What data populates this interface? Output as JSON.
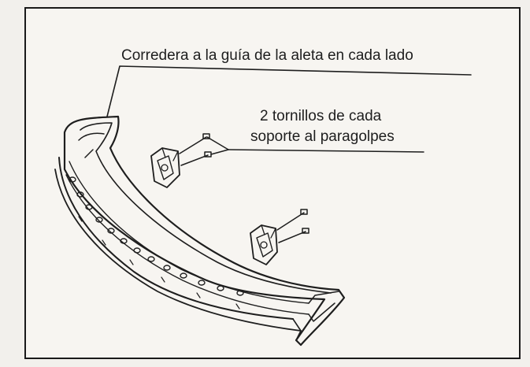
{
  "callouts": {
    "fender_guide_slide": "Corredera a la guía de la aleta en cada lado",
    "bracket_screws_line1": "2 tornillos de cada",
    "bracket_screws_line2": "soporte al paragolpes"
  },
  "colors": {
    "ink": "#1e1e1e",
    "paper": "#f7f5f1",
    "background": "#f2f0ec"
  },
  "parts": {
    "bumper": "bumper-icon",
    "left_bracket": "bracket-icon",
    "right_bracket": "bracket-icon",
    "screws": "screw-icon"
  }
}
